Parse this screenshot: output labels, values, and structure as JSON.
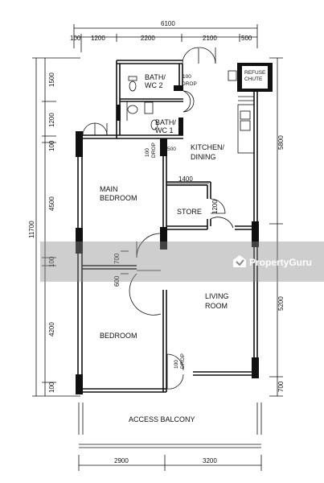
{
  "top_dims": {
    "overall": "6100",
    "seg1": "100",
    "seg2": "1200",
    "seg3": "2200",
    "seg4": "2100",
    "seg5": "500"
  },
  "left_dims": {
    "overall": "11700",
    "d1": "1500",
    "d2": "1200",
    "d3": "100",
    "d4": "4500",
    "d5": "100",
    "d6": "4200",
    "d7": "100"
  },
  "right_dims": {
    "d1": "5800",
    "d2": "5200",
    "d3": "700"
  },
  "bottom_dims": {
    "d1": "2900",
    "d2": "3200"
  },
  "inner_dims": {
    "store_w": "1400",
    "store_h": "1200",
    "door_a": "700",
    "door_b": "600"
  },
  "rooms": {
    "bath2": "BATH/",
    "bath2b": "WC 2",
    "bath1": "BATH/",
    "bath1b": "WC 1",
    "kitchen": "KITCHEN/",
    "kitchenb": "DINING",
    "main_bed": "MAIN",
    "main_bedb": "BEDROOM",
    "store": "STORE",
    "living": "LIVING",
    "livingb": "ROOM",
    "bedroom": "BEDROOM",
    "balcony": "ACCESS  BALCONY",
    "refuse": "REFUSE",
    "refuseb": "CHUTE"
  },
  "drop_labels": {
    "drop1a": "100",
    "drop1b": "DROP",
    "drop2a": "100",
    "drop2b": "DROP",
    "drop3a": "100",
    "drop3b": "DROP",
    "wall500": "500"
  },
  "watermark": "PropertyGuru"
}
